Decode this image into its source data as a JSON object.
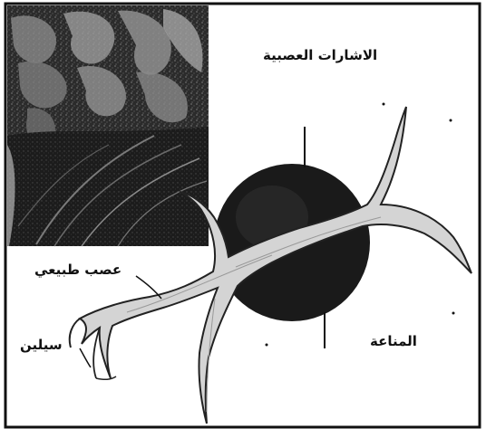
{
  "diagram": {
    "labels": {
      "nerve_signals": "الاشارات العصبية",
      "natural_nerve": "عصب طبيعي",
      "silicon": "سيلين",
      "immunity": "المناعة"
    },
    "colors": {
      "frame": "#111111",
      "background": "#ffffff",
      "nerve_fill": "#d4d4d4",
      "nerve_outline": "#222222",
      "cell_body": "#1a1a1a",
      "tissue_dark": "#3a3a3a",
      "tissue_light": "#bdbdbd"
    },
    "icons": {
      "photo": "brain-tissue-photo",
      "cell": "neuron-cell-body",
      "nerve": "nerve-fiber"
    }
  }
}
